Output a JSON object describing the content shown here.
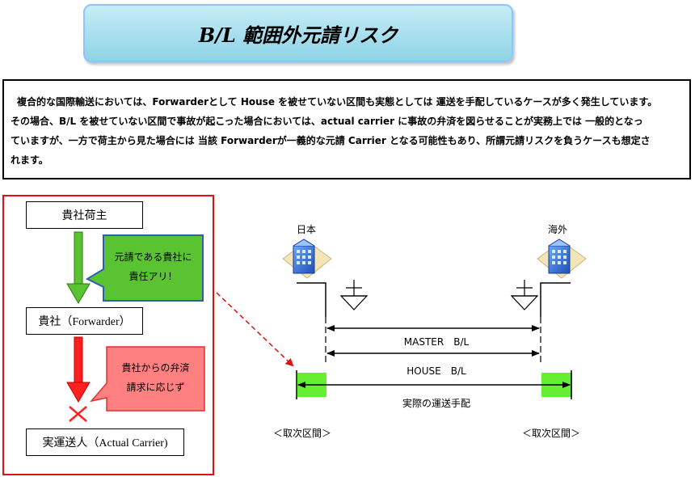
{
  "title": "B/L 範囲外元請リスク",
  "description": {
    "line1": "複合的な国際輸送においては、Forwarderとして House を被せていない区間も実態としては 運送を手配しているケースが多く発生しています。",
    "line2": "その場合、B/L を被せていない区間で事故が起こった場合においては、actual carrier に事故の弁済を図らせることが実務上では 一般的となっ",
    "line3": "ていますが、一方で荷主から見た場合には 当該 Forwarderが一義的な元請 Carrier となる可能性もあり、所謂元請リスクを負うケースも想定さ",
    "line4": "れます。"
  },
  "flow": {
    "shipper": "貴社荷主",
    "forwarder": "貴社（Forwarder）",
    "carrier": "実運送人（Actual Carrier)",
    "callout_green_line1": "元請である貴社に",
    "callout_green_line2": "責任アリ！",
    "callout_red_line1": "貴社からの弁済",
    "callout_red_line2": "請求に応じず"
  },
  "route": {
    "origin": "日本",
    "destination": "海外",
    "master_bl": "MASTER　B/L",
    "house_bl": "HOUSE　B/L",
    "actual_transport": "実際の運送手配",
    "left_section": "＜取次区間＞",
    "right_section": "＜取次区間＞"
  },
  "colors": {
    "green_arrow": "#5ac332",
    "red_arrow": "#ff2020",
    "green_segment": "#66ee33",
    "callout_green_border": "#2d5fb0",
    "callout_red_fill": "#ff8080"
  }
}
